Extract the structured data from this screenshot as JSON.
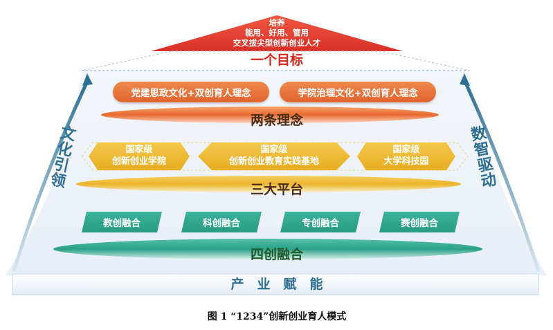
{
  "apex": {
    "lines": [
      "培养",
      "能用、好用、管用",
      "交叉拔尖型创新创业人才"
    ]
  },
  "layers": {
    "goal": "一个目标",
    "concepts": "两条理念",
    "platforms": "三大平台",
    "fusion": "四创融合",
    "base": "产　业　赋　能"
  },
  "concept_items": [
    "党建思政文化+双创育人理念",
    "学院治理文化+双创育人理念"
  ],
  "platform_items": [
    {
      "line1": "国家级",
      "line2": "创新创业学院"
    },
    {
      "line1": "国家级",
      "line2": "创新创业教育实践基地"
    },
    {
      "line1": "国家级",
      "line2": "大学科技园"
    }
  ],
  "fusion_items": [
    "教创融合",
    "科创融合",
    "专创融合",
    "赛创融合"
  ],
  "side_labels": {
    "left": [
      "文",
      "化",
      "引",
      "领"
    ],
    "right": [
      "数",
      "智",
      "驱",
      "动"
    ]
  },
  "caption": "图 1 “1234”创新创业育人模式",
  "colors": {
    "red": "#e2392d",
    "orange": "#e86d33",
    "yellow": "#efbb33",
    "green": "#2fa58b",
    "blue": "#2e6f92",
    "dark_green": "#1f5a2a"
  }
}
